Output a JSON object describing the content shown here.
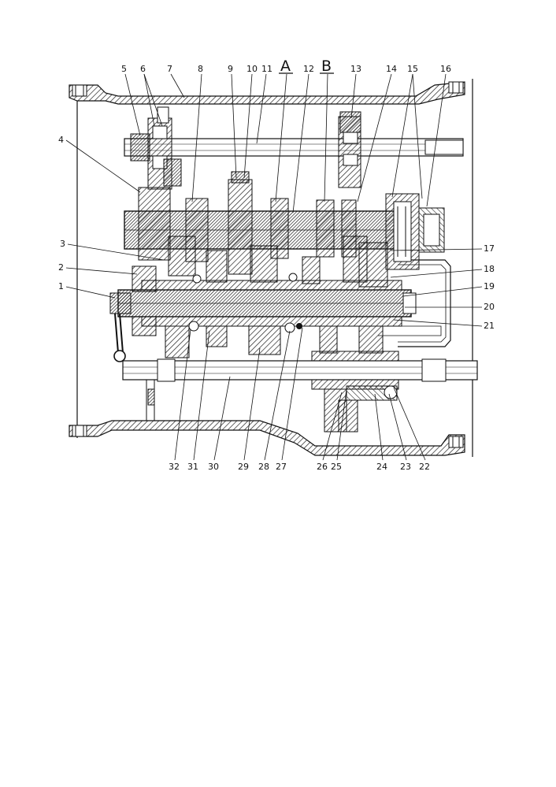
{
  "sections": {
    "a": "A",
    "b": "B"
  },
  "callouts": {
    "top": [
      "5",
      "6",
      "7",
      "8",
      "9",
      "10",
      "11",
      "12",
      "13",
      "14",
      "15",
      "16"
    ],
    "left": [
      "4",
      "3",
      "2",
      "1"
    ],
    "right": [
      "17",
      "18",
      "19",
      "20",
      "21"
    ],
    "bottom": [
      "32",
      "31",
      "30",
      "29",
      "28",
      "27",
      "26",
      "25",
      "24",
      "23",
      "22"
    ]
  }
}
